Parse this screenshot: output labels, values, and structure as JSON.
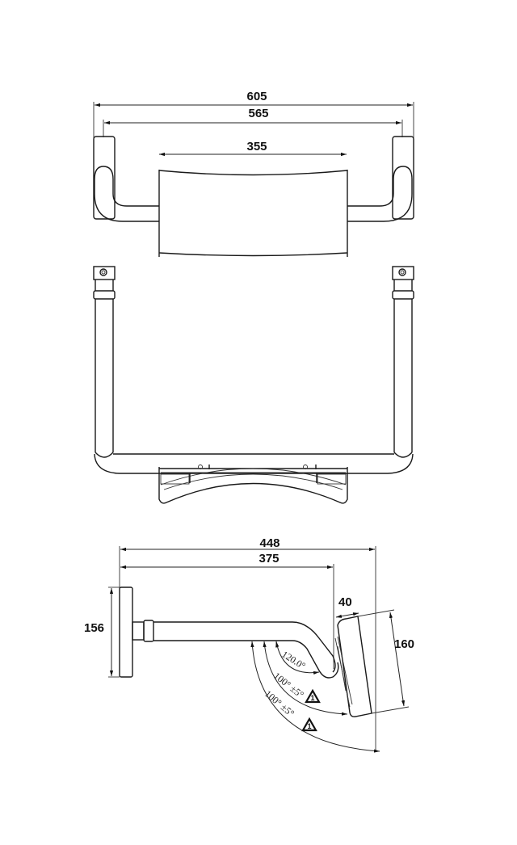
{
  "drawing": {
    "top_view": {
      "dimensions": {
        "overall_width": "605",
        "inner_width": "565",
        "seat_width": "355"
      }
    },
    "front_view": {},
    "side_view": {
      "dimensions": {
        "overall_depth": "448",
        "arm_depth": "375",
        "wall_plate_height": "156",
        "seat_thickness": "40",
        "seat_height": "160"
      },
      "angles": {
        "bend_angle": "120.0°",
        "fold_angle_1": "100° ±5°",
        "fold_angle_2": "100° ±5°"
      },
      "warnings": [
        {
          "symbol": "warning-triangle",
          "label": "1"
        },
        {
          "symbol": "warning-triangle",
          "label": "1"
        }
      ]
    }
  },
  "colors": {
    "line": "#1a1a1a",
    "background": "#ffffff"
  }
}
